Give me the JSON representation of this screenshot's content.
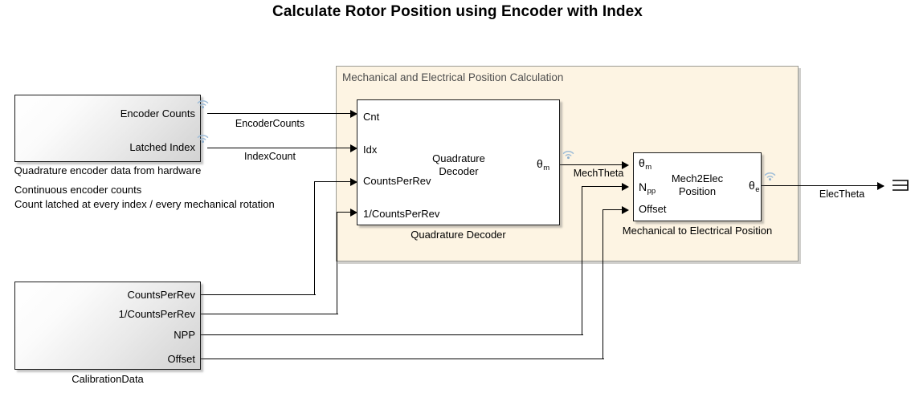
{
  "title": "Calculate Rotor Position using Encoder with Index",
  "colors": {
    "region_fill": "#fdf4e3",
    "region_border": "#9b9b94",
    "region_label_text": "#4f4f4f",
    "block_border": "#1b1b1b",
    "wire": "#000000",
    "signal_badge": "#a8c4dc",
    "canvas": "#ffffff"
  },
  "region": {
    "label": "Mechanical and Electrical Position Calculation"
  },
  "blocks": {
    "encoder_source": {
      "name": "Quadrature encoder data from hardware",
      "outputs": [
        {
          "label": "Encoder Counts",
          "icon": "signal-broadcast-icon"
        },
        {
          "label": "Latched Index",
          "icon": "signal-broadcast-icon"
        }
      ]
    },
    "calibration_data": {
      "name": "CalibrationData",
      "outputs": [
        {
          "label": "CountsPerRev"
        },
        {
          "label": "1/CountsPerRev"
        },
        {
          "label": "NPP"
        },
        {
          "label": "Offset"
        }
      ]
    },
    "quadrature_decoder": {
      "name": "Quadrature Decoder",
      "body_line1": "Quadrature",
      "body_line2": "Decoder",
      "inputs": [
        {
          "label": "Cnt"
        },
        {
          "label": "Idx"
        },
        {
          "label": "CountsPerRev"
        },
        {
          "label": "1/CountsPerRev"
        }
      ],
      "outputs": [
        {
          "symbol": "θ",
          "subscript": "m",
          "icon": "signal-broadcast-icon"
        }
      ]
    },
    "mech2elec": {
      "name": "Mechanical to Electrical Position",
      "body_line1": "Mech2Elec",
      "body_line2": "Position",
      "inputs": [
        {
          "symbol": "θ",
          "subscript": "m"
        },
        {
          "symbol": "N",
          "subscript": "pp"
        },
        {
          "label": "Offset"
        }
      ],
      "outputs": [
        {
          "symbol": "θ",
          "subscript": "e",
          "icon": "signal-broadcast-icon"
        }
      ]
    }
  },
  "signals": {
    "encoder_counts": "EncoderCounts",
    "index_count": "IndexCount",
    "mech_theta": "MechTheta",
    "elec_theta": "ElecTheta"
  },
  "annotations": {
    "line1": "Continuous encoder counts",
    "line2": "Count latched at every index / every mechanical rotation"
  }
}
